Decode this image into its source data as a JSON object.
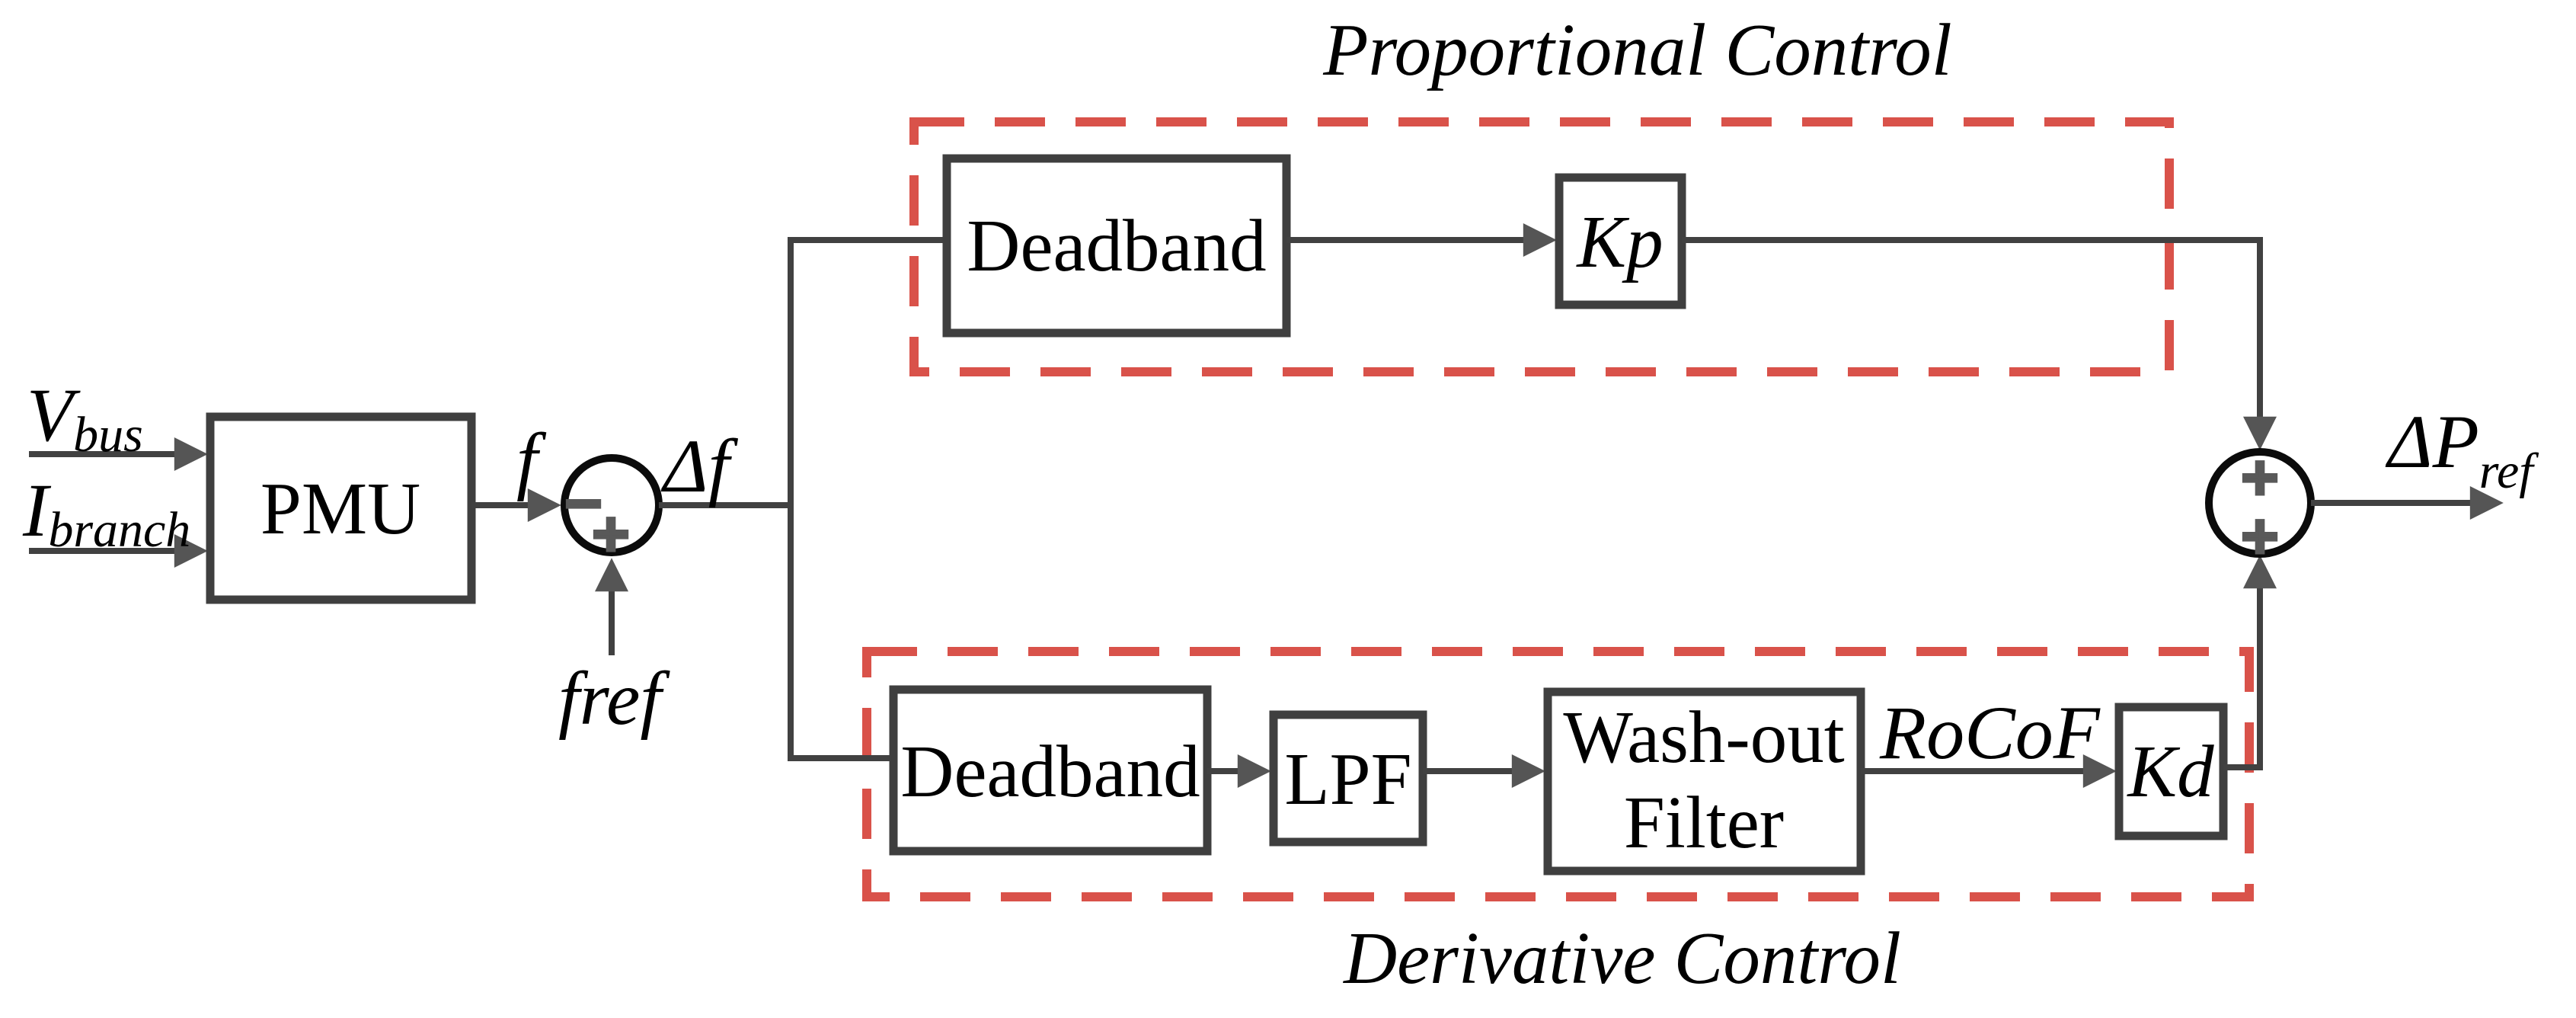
{
  "diagram": {
    "titles": {
      "proportional": "Proportional Control",
      "derivative": "Derivative Control"
    },
    "blocks": {
      "pmu": "PMU",
      "deadband_top": "Deadband",
      "kp": "Kp",
      "deadband_bottom": "Deadband",
      "lpf": "LPF",
      "washout_line1": "Wash-out",
      "washout_line2": "Filter",
      "kd": "Kd"
    },
    "signals": {
      "v_base": "V",
      "v_sub": "bus",
      "i_base": "I",
      "i_sub": "branch",
      "f": "f",
      "delta_f": "Δf",
      "f_ref": "fref",
      "rocof": "RoCoF",
      "dp_base": "ΔP",
      "dp_sub": "ref"
    },
    "summing_junctions": {
      "input_top_sign": "−",
      "input_bottom_sign": "+",
      "output_top_sign": "+",
      "output_bottom_sign": "+"
    },
    "colors": {
      "wire": "#414141",
      "box_border": "#3f3f3f",
      "arrowhead": "#555555",
      "dashed_outline": "#d9524a",
      "sign": "#595959",
      "text": "#000000",
      "background": "#ffffff"
    }
  }
}
